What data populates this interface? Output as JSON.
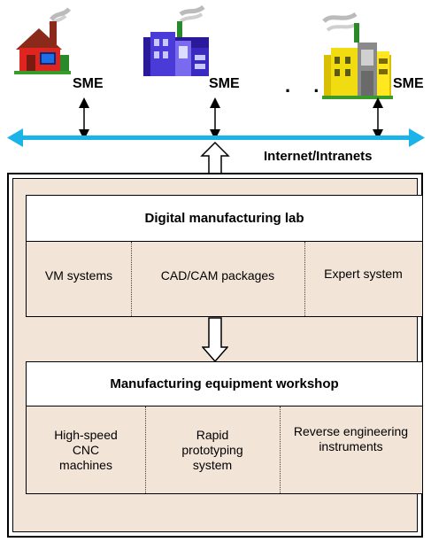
{
  "smes": [
    {
      "label": "SME",
      "icon": "red-house-factory-icon"
    },
    {
      "label": "SME",
      "icon": "blue-factory-icon"
    },
    {
      "label": "SME",
      "icon": "yellow-factory-icon"
    }
  ],
  "ellipsis": ". . .",
  "network": {
    "label": "Internet/Intranets",
    "color": "#1ab4e8"
  },
  "lab": {
    "title": "Digital manufacturing lab",
    "items": [
      "VM systems",
      "CAD/CAM packages",
      "Expert system"
    ]
  },
  "workshop": {
    "title": "Manufacturing equipment workshop",
    "items": [
      "High-speed\nCNC\nmachines",
      "Rapid\nprototyping\nsystem",
      "Reverse engineering\ninstruments"
    ]
  },
  "colors": {
    "panel_fill": "#f3e4d8",
    "network_bar": "#1ab4e8"
  }
}
